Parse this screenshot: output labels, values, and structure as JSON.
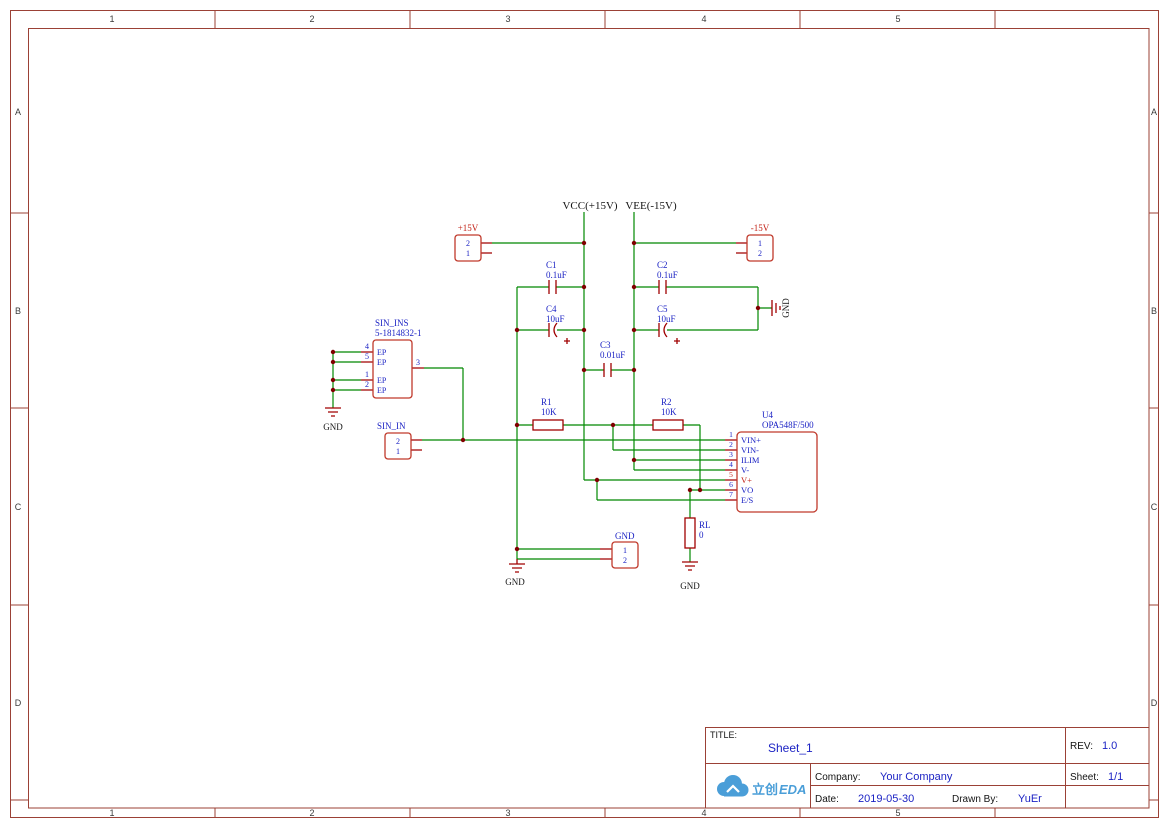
{
  "frame": {
    "columns": [
      "1",
      "2",
      "3",
      "4",
      "5"
    ],
    "rows": [
      "A",
      "B",
      "C",
      "D"
    ]
  },
  "schematic": {
    "power_vcc": "VCC(+15V)",
    "power_vee": "VEE(-15V)",
    "gnd": "GND",
    "p15": {
      "label": "+15V",
      "pin_top": "2",
      "pin_bottom": "1"
    },
    "n15": {
      "label": "-15V",
      "pin_top": "1",
      "pin_bottom": "2"
    },
    "c1": {
      "ref": "C1",
      "val": "0.1uF"
    },
    "c2": {
      "ref": "C2",
      "val": "0.1uF"
    },
    "c3": {
      "ref": "C3",
      "val": "0.01uF"
    },
    "c4": {
      "ref": "C4",
      "val": "10uF"
    },
    "c5": {
      "ref": "C5",
      "val": "10uF"
    },
    "r1": {
      "ref": "R1",
      "val": "10K"
    },
    "r2": {
      "ref": "R2",
      "val": "10K"
    },
    "rl": {
      "ref": "RL",
      "val": "0"
    },
    "sin_ins": {
      "ref": "SIN_INS",
      "val": "5-1814832-1",
      "pins": [
        "4",
        "5",
        "1",
        "2"
      ],
      "pin_names": [
        "EP",
        "EP",
        "EP",
        "EP"
      ],
      "out": "3"
    },
    "sin_in": {
      "ref": "SIN_IN",
      "pin_top": "2",
      "pin_bottom": "1"
    },
    "gnd_conn": {
      "ref": "GND",
      "pin_top": "1",
      "pin_bottom": "2"
    },
    "u4": {
      "ref": "U4",
      "val": "OPA548F/500",
      "pins": [
        {
          "n": "1",
          "name": "VIN+"
        },
        {
          "n": "2",
          "name": "VIN-"
        },
        {
          "n": "3",
          "name": "ILIM"
        },
        {
          "n": "4",
          "name": "V-"
        },
        {
          "n": "5",
          "name": "V+"
        },
        {
          "n": "6",
          "name": "VO"
        },
        {
          "n": "7",
          "name": "E/S"
        }
      ]
    }
  },
  "title_block": {
    "title_label": "TITLE:",
    "title": "Sheet_1",
    "rev_label": "REV:",
    "rev": "1.0",
    "sheet_label": "Sheet:",
    "sheet": "1/1",
    "company_label": "Company:",
    "company": "Your Company",
    "date_label": "Date:",
    "date": "2019-05-30",
    "drawn_label": "Drawn By:",
    "drawn": "YuEr",
    "logo_cn": "立创",
    "logo_en": "EDA"
  }
}
